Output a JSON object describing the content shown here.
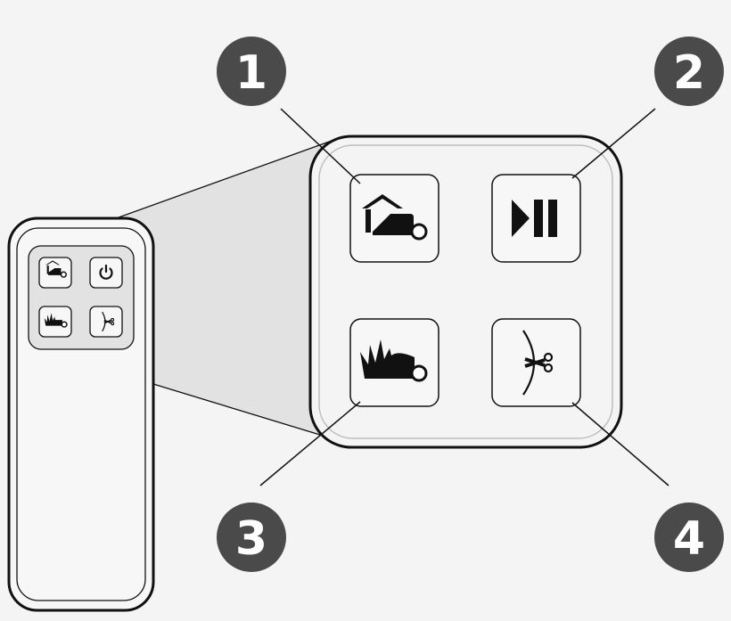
{
  "callouts": [
    {
      "number": "1",
      "icon": "home-mower-icon"
    },
    {
      "number": "2",
      "icon": "play-pause-icon"
    },
    {
      "number": "3",
      "icon": "grass-mower-icon"
    },
    {
      "number": "4",
      "icon": "cut-boundary-scissors-icon"
    }
  ],
  "device_small_buttons": [
    "home-mower-icon",
    "power-icon",
    "grass-mower-icon",
    "cut-boundary-scissors-icon"
  ],
  "colors": {
    "background": "#f4f4f4",
    "outline": "#111111",
    "badge": "#4a4a4a",
    "shade": "#e2e2e2",
    "button_fill": "#f7f7f7"
  }
}
